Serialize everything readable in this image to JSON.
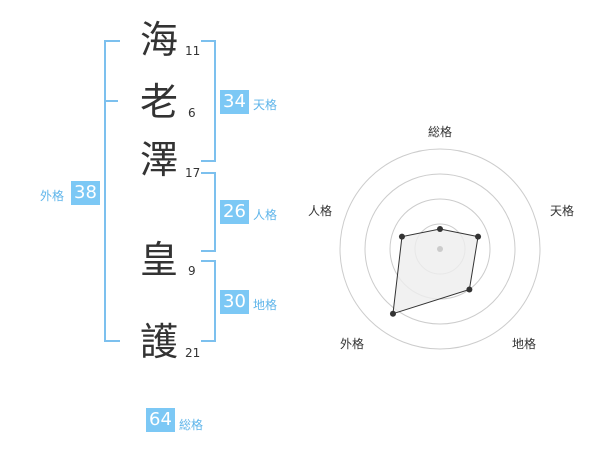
{
  "name_chars": [
    {
      "char": "海",
      "strokes": "11"
    },
    {
      "char": "老",
      "strokes": "6"
    },
    {
      "char": "澤",
      "strokes": "17"
    },
    {
      "char": "皇",
      "strokes": "9"
    },
    {
      "char": "護",
      "strokes": "21"
    }
  ],
  "scores": {
    "tenkaku": {
      "value": "34",
      "label": "天格"
    },
    "jinkaku": {
      "value": "26",
      "label": "人格"
    },
    "chikaku": {
      "value": "30",
      "label": "地格"
    },
    "gaikaku": {
      "value": "38",
      "label": "外格"
    },
    "soukaku": {
      "value": "64",
      "label": "総格"
    }
  },
  "chart_data": {
    "type": "radar",
    "axes": [
      "総格",
      "天格",
      "地格",
      "外格",
      "人格"
    ],
    "values": [
      0.2,
      0.4,
      0.5,
      0.8,
      0.4
    ],
    "rings": 4,
    "colors": {
      "accent": "#7cc8f5",
      "ring": "#cccccc",
      "fill": "#eeeeee",
      "line": "#333333"
    }
  }
}
